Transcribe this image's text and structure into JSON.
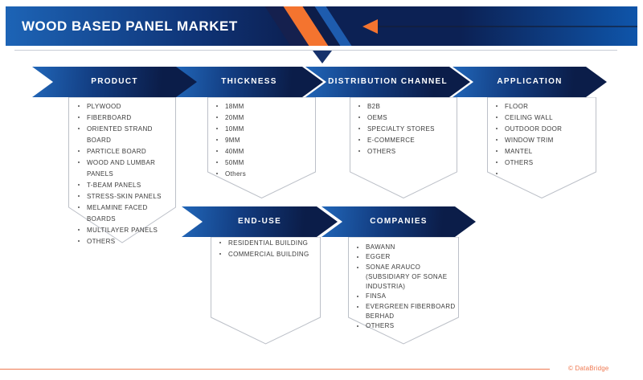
{
  "header": {
    "title": "WOOD BASED PANEL MARKET"
  },
  "segments": [
    {
      "id": "product",
      "label": "PRODUCT",
      "items": [
        "PLYWOOD",
        "FIBERBOARD",
        "ORIENTED STRAND BOARD",
        "PARTICLE BOARD",
        "WOOD AND LUMBAR PANELS",
        "T-BEAM PANELS",
        "STRESS-SKIN PANELS",
        "MELAMINE FACED BOARDS",
        "MULTILAYER PANELS",
        "OTHERS"
      ]
    },
    {
      "id": "thickness",
      "label": "THICKNESS",
      "items": [
        "18MM",
        "20MM",
        "10MM",
        "9MM",
        "40MM",
        "50MM",
        "Others"
      ]
    },
    {
      "id": "distribution-channel",
      "label": "DISTRIBUTION CHANNEL",
      "items": [
        "B2B",
        "OEMS",
        "SPECIALTY STORES",
        "E-COMMERCE",
        "OTHERS"
      ]
    },
    {
      "id": "application",
      "label": "APPLICATION",
      "items": [
        "FLOOR",
        "CEILING WALL",
        "OUTDOOR DOOR",
        "WINDOW TRIM",
        "MANTEL",
        "OTHERS",
        ""
      ]
    },
    {
      "id": "end-use",
      "label": "END-USE",
      "items": [
        "RESIDENTIAL BUILDING",
        "COMMERCIAL BUILDING"
      ]
    },
    {
      "id": "companies",
      "label": "COMPANIES",
      "items": [
        "BAWANN",
        "EGGER",
        "SONAE ARAUCO (SUBSIDIARY OF SONAE INDUSTRIA)",
        "FINSA",
        "EVERGREEN FIBERBOARD BERHAD",
        "OTHERS"
      ]
    }
  ],
  "footer": {
    "credit": "© DataBridge"
  },
  "colors": {
    "accent_orange": "#f4742f",
    "deep_navy": "#0c2154",
    "bright_blue": "#1e64b6",
    "panel_border": "#bcc0c8",
    "item_text": "#3b3b3b",
    "footer_orange": "#ef7850"
  }
}
